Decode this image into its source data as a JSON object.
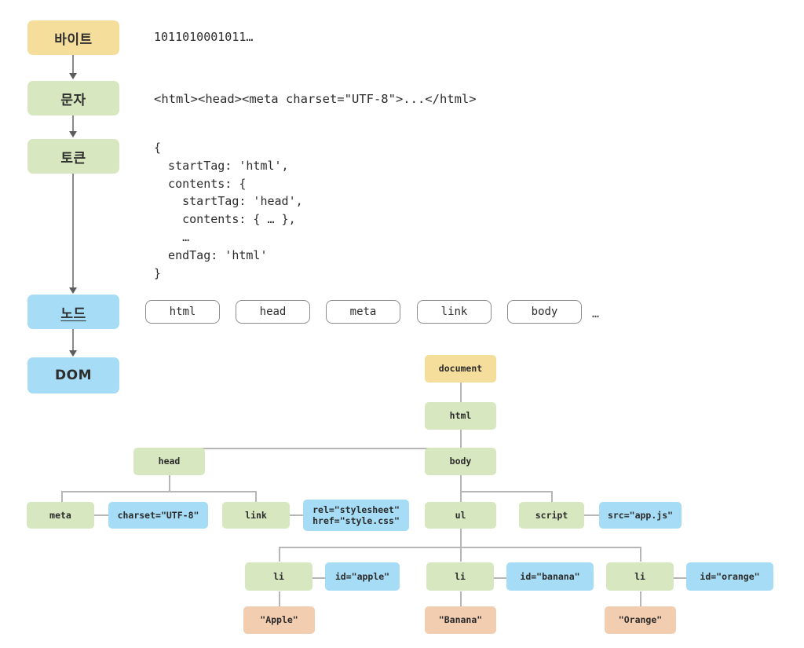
{
  "diagram": {
    "title": "HTML parsing pipeline and DOM tree",
    "colors": {
      "byte_yellow": "#f5dd9c",
      "element_green": "#d7e8c0",
      "node_blue": "#a6dcf5",
      "text_peach": "#f2cdb0",
      "connector_gray": "#b6b6b6",
      "arrow_gray": "#5c5c5c",
      "chip_border": "#8d8d8d",
      "background": "#ffffff"
    }
  },
  "pipeline": {
    "stages": [
      {
        "label": "바이트",
        "color": "byte_yellow"
      },
      {
        "label": "문자",
        "color": "element_green"
      },
      {
        "label": "토큰",
        "color": "element_green"
      },
      {
        "label": "노드",
        "color": "node_blue"
      },
      {
        "label": "DOM",
        "color": "node_blue"
      }
    ]
  },
  "samples": {
    "bytes": "1011010001011…",
    "characters": "<html><head><meta charset=\"UTF-8\">...</html>",
    "tokens": "{\n  startTag: 'html',\n  contents: {\n    startTag: 'head',\n    contents: { … },\n    …\n  endTag: 'html'\n}"
  },
  "node_chips": {
    "items": [
      "html",
      "head",
      "meta",
      "link",
      "body"
    ],
    "ellipsis": "…"
  },
  "dom_tree": {
    "document": "document",
    "html": "html",
    "head": "head",
    "body": "body",
    "meta": "meta",
    "meta_attr": "charset=\"UTF-8\"",
    "link": "link",
    "link_attr": "rel=\"stylesheet\"\nhref=\"style.css\"",
    "ul": "ul",
    "script": "script",
    "script_attr": "src=\"app.js\"",
    "li_items": [
      {
        "tag": "li",
        "attr": "id=\"apple\"",
        "text": "\"Apple\""
      },
      {
        "tag": "li",
        "attr": "id=\"banana\"",
        "text": "\"Banana\""
      },
      {
        "tag": "li",
        "attr": "id=\"orange\"",
        "text": "\"Orange\""
      }
    ]
  }
}
